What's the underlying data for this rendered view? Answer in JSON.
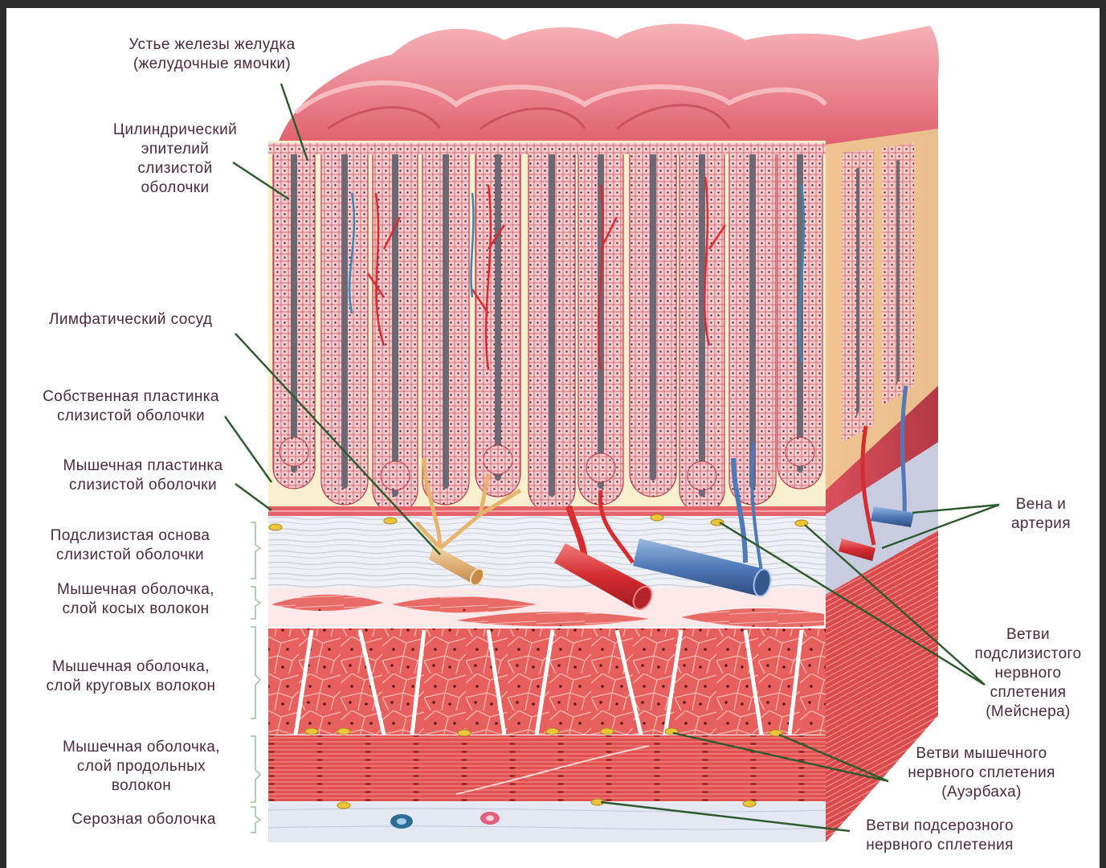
{
  "colors": {
    "surface": "#e9707e",
    "surface_light": "#f4a6ae",
    "lamina_propria": "#f8efcf",
    "epithelium": "#f5c7c9",
    "gland_lumen": "#6e6874",
    "submucosa": "#ecedf3",
    "muscle": "#e05a58",
    "muscle_light": "#f29a94",
    "artery": "#d72b30",
    "vein": "#4f79b8",
    "lymph": "#e7b46e",
    "nerve": "#e6c53c",
    "leader": "#2c5a2c",
    "bracket": "#9cc79a",
    "text": "#4a2a3a"
  },
  "labels": {
    "gastric_pits": "Устье железы желудка\n(желудочные ямочки)",
    "columnar_epithelium": "Цилиндрический\nэпителий\nслизистой\nоболочки",
    "lymph_vessel": "Лимфатический сосуд",
    "lamina_propria": "Собственная пластинка\nслизистой оболочки",
    "muscularis_mucosae": "Мышечная пластинка\nслизистой оболочки",
    "submucosa": "Подслизистая основа\nслизистой оболочки",
    "oblique_layer": "Мышечная оболочка,\nслой косых волокон",
    "circular_layer": "Мышечная оболочка,\nслой круговых волокон",
    "longitudinal_layer": "Мышечная оболочка,\nслой продольных\nволокон",
    "serosa": "Серозная оболочка",
    "vein_artery": "Вена и\nартерия",
    "meissner": "Ветви\nподслизистого\nнервного\nсплетения\n(Мейснера)",
    "auerbach": "Ветви мышечного\nнервного сплетения\n(Ауэрбаха)",
    "subserosal": "Ветви подсерозного\nнервного сплетения"
  }
}
